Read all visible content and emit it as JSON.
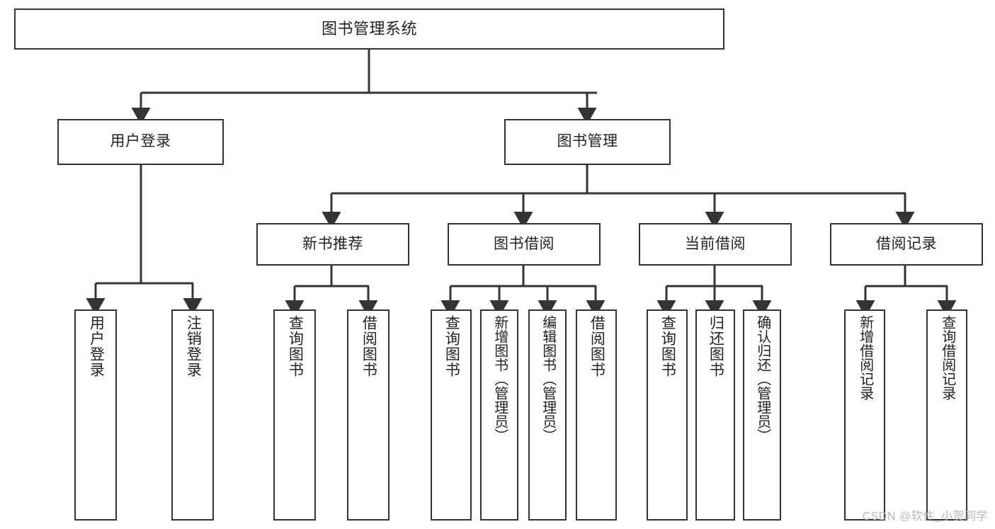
{
  "diagram": {
    "title": "图书管理系统",
    "type": "hierarchy-tree",
    "watermark": "CSDN @软件_小贺同学",
    "colors": {
      "node_border": "#333333",
      "node_fill": "#ffffff",
      "edge": "#333333",
      "text": "#222222",
      "watermark": "#b9b9b9",
      "background": "#ffffff"
    },
    "nodes": {
      "root": {
        "label": "图书管理系统",
        "level": 1
      },
      "l2": [
        {
          "id": "user-login",
          "label": "用户登录",
          "level": 2
        },
        {
          "id": "book-manage",
          "label": "图书管理",
          "level": 2
        }
      ],
      "l3": [
        {
          "id": "new-book-rec",
          "label": "新书推荐",
          "level": 3,
          "parent": "book-manage"
        },
        {
          "id": "book-borrow",
          "label": "图书借阅",
          "level": 3,
          "parent": "book-manage"
        },
        {
          "id": "current-borrow",
          "label": "当前借阅",
          "level": 3,
          "parent": "book-manage"
        },
        {
          "id": "borrow-record",
          "label": "借阅记录",
          "level": 3,
          "parent": "book-manage"
        }
      ],
      "leaves": [
        {
          "id": "leaf-user-login",
          "label": "用户登录",
          "parent": "user-login"
        },
        {
          "id": "leaf-user-logout",
          "label": "注销登录",
          "parent": "user-login"
        },
        {
          "id": "leaf-query-book-1",
          "label": "查询图书",
          "parent": "new-book-rec"
        },
        {
          "id": "leaf-borrow-book-1",
          "label": "借阅图书",
          "parent": "new-book-rec"
        },
        {
          "id": "leaf-query-book-2",
          "label": "查询图书",
          "parent": "book-borrow"
        },
        {
          "id": "leaf-add-book",
          "label": "新增图书（管理员）",
          "parent": "book-borrow"
        },
        {
          "id": "leaf-edit-book",
          "label": "编辑图书（管理员）",
          "parent": "book-borrow"
        },
        {
          "id": "leaf-borrow-book-2",
          "label": "借阅图书",
          "parent": "book-borrow"
        },
        {
          "id": "leaf-query-book-3",
          "label": "查询图书",
          "parent": "current-borrow"
        },
        {
          "id": "leaf-return-book",
          "label": "归还图书",
          "parent": "current-borrow"
        },
        {
          "id": "leaf-confirm-return",
          "label": "确认归还（管理员）",
          "parent": "current-borrow"
        },
        {
          "id": "leaf-add-record",
          "label": "新增借阅记录",
          "parent": "borrow-record"
        },
        {
          "id": "leaf-query-record",
          "label": "查询借阅记录",
          "parent": "borrow-record"
        }
      ]
    }
  }
}
